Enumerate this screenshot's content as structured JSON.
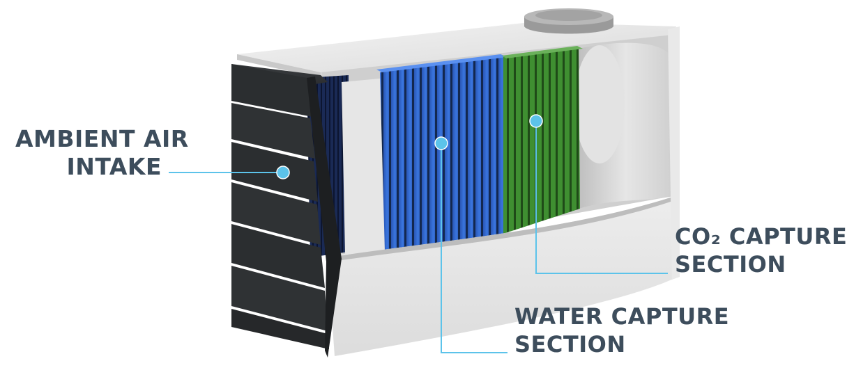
{
  "labels": {
    "ambient_air_intake": {
      "line1": "AMBIENT AIR",
      "line2": "INTAKE"
    },
    "co2_capture_section": {
      "line1": "CO₂ CAPTURE",
      "line2": "SECTION"
    },
    "water_capture_section": {
      "line1": "WATER CAPTURE",
      "line2": "SECTION"
    }
  },
  "colors": {
    "label_text": "#3d4d5c",
    "leader_line": "#5cc3ea",
    "housing": "#e7e7e7",
    "louver": "#2f3133",
    "water_filter": "#2f62c8",
    "co2_filter": "#3d8a2e"
  }
}
